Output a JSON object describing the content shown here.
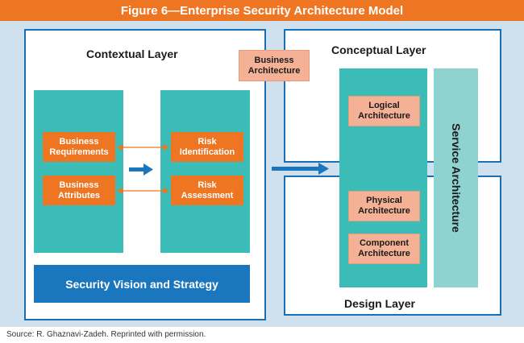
{
  "title": "Figure 6—Enterprise Security Architecture Model",
  "contextual": {
    "label": "Contextual Layer",
    "business_requirements": [
      "Business",
      "Requirements"
    ],
    "business_attributes": [
      "Business",
      "Attributes"
    ],
    "risk_identification": [
      "Risk",
      "Identification"
    ],
    "risk_assessment": [
      "Risk",
      "Assessment"
    ],
    "vision": "Security Vision and Strategy"
  },
  "business_architecture": [
    "Business",
    "Architecture"
  ],
  "conceptual": {
    "label": "Conceptual Layer",
    "logical_architecture": [
      "Logical",
      "Architecture"
    ]
  },
  "design": {
    "label": "Design Layer",
    "physical_architecture": [
      "Physical",
      "Architecture"
    ],
    "component_architecture": [
      "Component",
      "Architecture"
    ]
  },
  "service_architecture": "Service Architecture",
  "source": "Source:  R. Ghaznavi-Zadeh. Reprinted with permission.",
  "colors": {
    "title_bar": "#ee7623",
    "background": "#cfe0ef",
    "border_blue": "#1a6fb4",
    "teal": "#3bbcb7",
    "service_teal": "#8fd3d1",
    "orange": "#ee7623",
    "salmon": "#f5b195",
    "vision_blue": "#1a77bd"
  }
}
